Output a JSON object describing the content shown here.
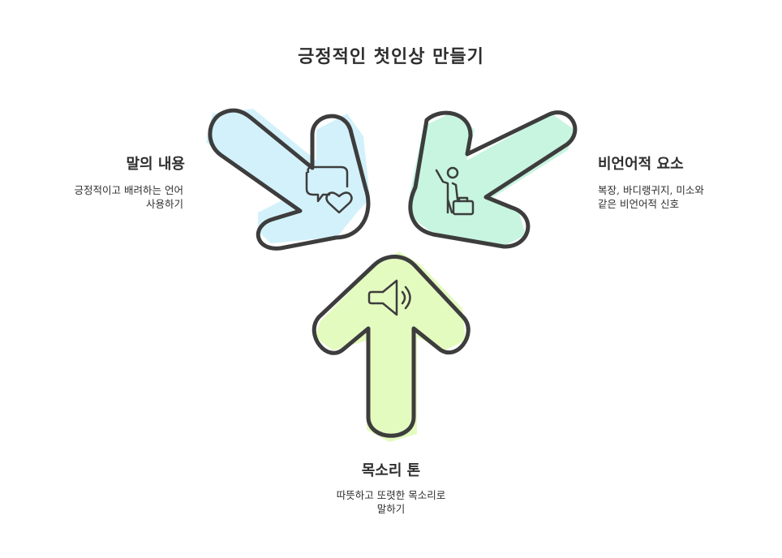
{
  "title": "긍정적인 첫인상 만들기",
  "sections": {
    "left": {
      "heading": "말의 내용",
      "desc_line1": "긍정적이고 배려하는 언어",
      "desc_line2": "사용하기",
      "icon": "speech-heart-icon",
      "color": "#d3f1fb"
    },
    "right": {
      "heading": "비언어적 요소",
      "desc_line1": "복장, 바디랭귀지, 미소와",
      "desc_line2": "같은 비언어적 신호",
      "icon": "person-briefcase-icon",
      "color": "#c7f5e0"
    },
    "bottom": {
      "heading": "목소리 톤",
      "desc_line1": "따뜻하고 또렷한 목소리로",
      "desc_line2": "말하기",
      "icon": "speaker-icon",
      "color": "#e4fbc0"
    }
  },
  "colors": {
    "outline": "#3d3d3d",
    "text": "#2e2e2e"
  }
}
